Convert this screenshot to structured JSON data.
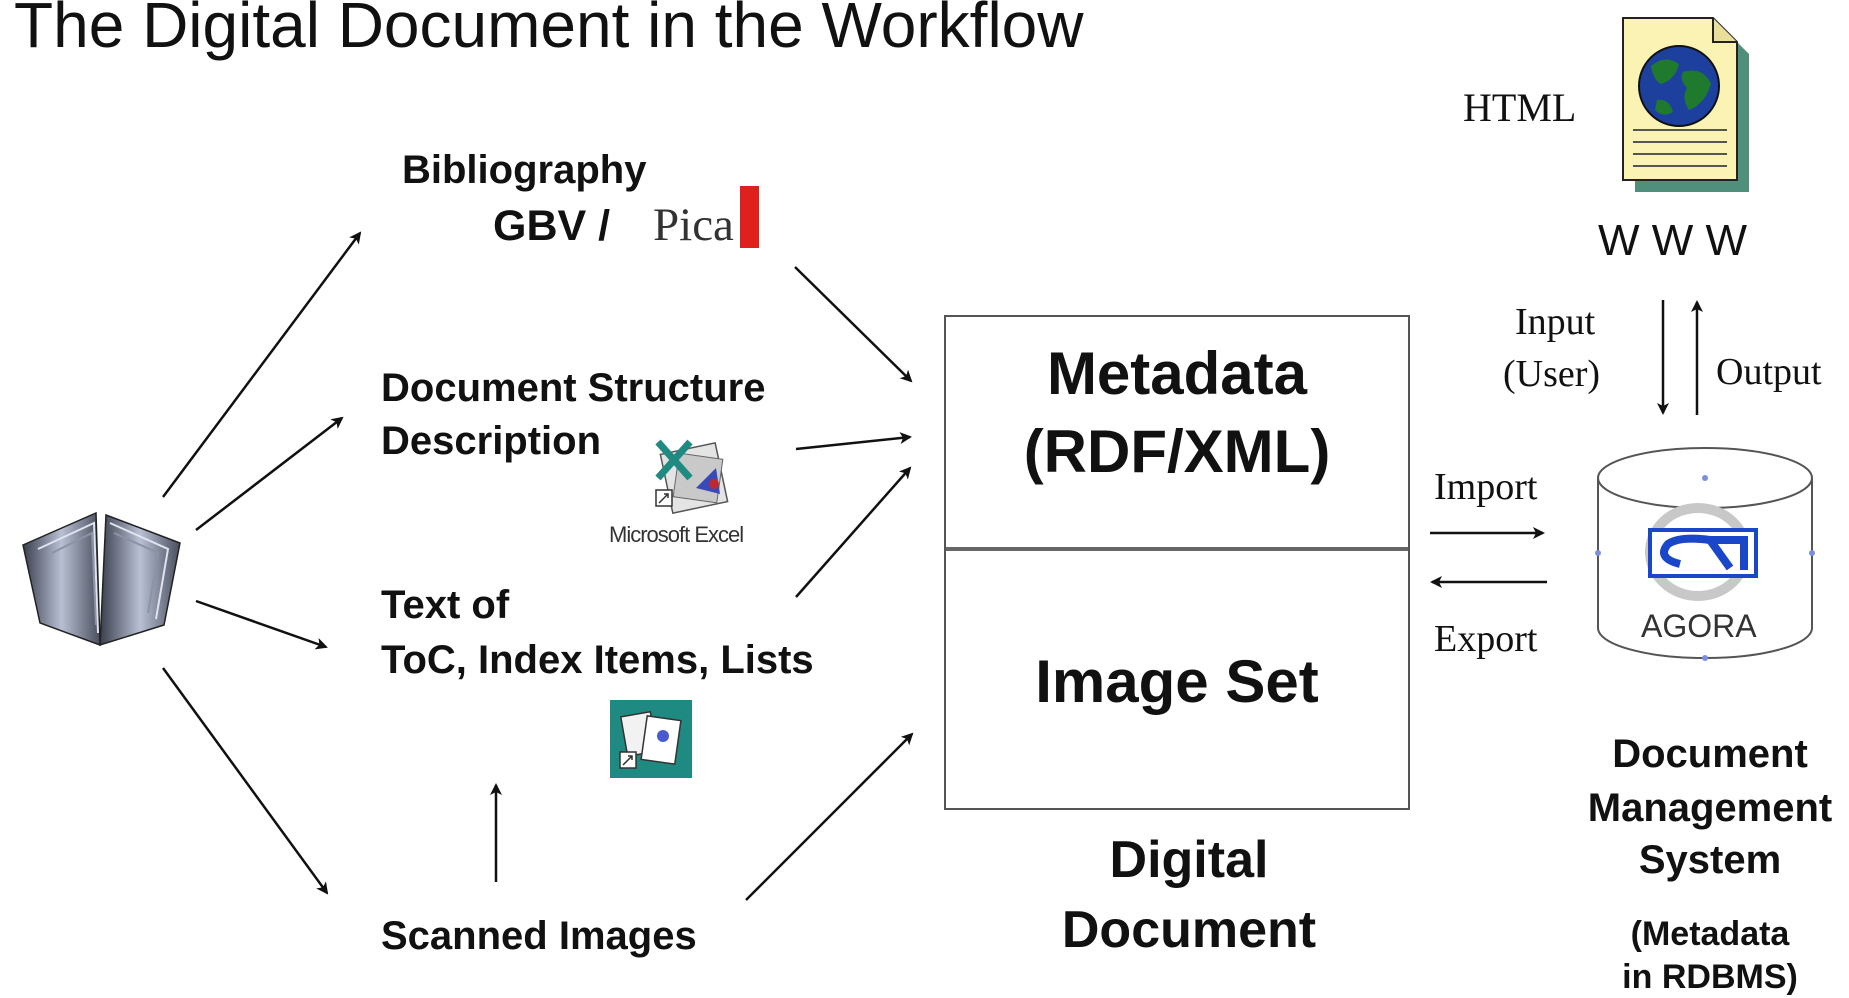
{
  "title": "The Digital Document in the Workflow",
  "bibliography": {
    "label": "Bibliography",
    "sublabel": "GBV /",
    "logo": "Pica"
  },
  "structure": {
    "line1": "Document Structure",
    "line2": "Description",
    "app_label": "Microsoft Excel"
  },
  "text_of": {
    "line1": "Text of",
    "line2": "ToC, Index Items, Lists"
  },
  "scanned": "Scanned Images",
  "digital_document": {
    "metadata_line1": "Metadata",
    "metadata_line2": "(RDF/XML)",
    "image_set": "Image Set",
    "caption_line1": "Digital",
    "caption_line2": "Document"
  },
  "web": {
    "html_label": "HTML",
    "www_label": "W W W",
    "input_line1": "Input",
    "input_line2": "(User)",
    "output_label": "Output"
  },
  "exchange": {
    "import_label": "Import",
    "export_label": "Export"
  },
  "dms": {
    "logo_text": "AGORA",
    "line1": "Document",
    "line2": "Management",
    "line3": "System",
    "note1": "(Metadata",
    "note2": "in RDBMS)"
  },
  "colors": {
    "pica_bar": "#e0201c",
    "globe_ocean": "#1d3f9e",
    "globe_land": "#1f7a2e",
    "doc_paper": "#fbf3b4",
    "agora_blue": "#1a47c9",
    "excel_teal": "#1f8a82"
  }
}
